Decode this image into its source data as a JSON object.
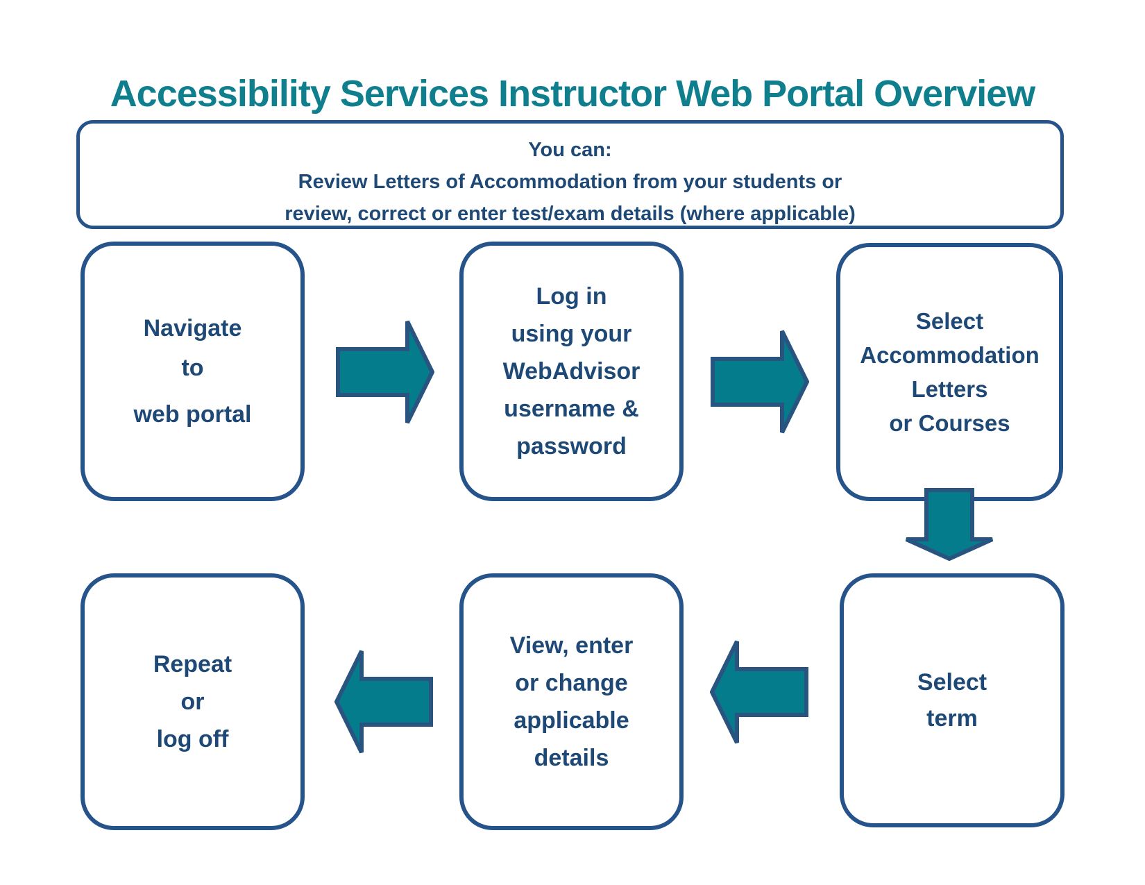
{
  "title": "Accessibility Services Instructor Web Portal Overview",
  "banner": {
    "lines": [
      "You can:",
      "Review Letters of Accommodation from your students or",
      "review, correct or enter test/exam details (where applicable)"
    ]
  },
  "steps": {
    "navigate": {
      "lines": [
        "Navigate",
        "to",
        "web portal"
      ]
    },
    "login": {
      "lines": [
        "Log in",
        "using your",
        "WebAdvisor",
        "username &",
        "password"
      ]
    },
    "select_letters": {
      "lines": [
        "Select",
        "Accommodation",
        "Letters",
        "or Courses"
      ]
    },
    "select_term": {
      "lines": [
        "Select",
        "term"
      ]
    },
    "view_details": {
      "lines": [
        "View, enter",
        "or change",
        "applicable",
        "details"
      ]
    },
    "repeat_logoff": {
      "lines": [
        "Repeat",
        "or",
        "log off"
      ]
    }
  },
  "arrows": [
    {
      "name": "block-arrow-right",
      "from": "navigate",
      "to": "login"
    },
    {
      "name": "block-arrow-right",
      "from": "login",
      "to": "select_letters"
    },
    {
      "name": "block-arrow-down",
      "from": "select_letters",
      "to": "select_term"
    },
    {
      "name": "block-arrow-left",
      "from": "select_term",
      "to": "view_details"
    },
    {
      "name": "block-arrow-left",
      "from": "view_details",
      "to": "repeat_logoff"
    }
  ],
  "colors": {
    "title_teal": "#0F7F8E",
    "text_navy": "#1E4976",
    "border_blue": "#25538A",
    "arrow_fill": "#047C8C",
    "arrow_border": "#2A5480",
    "background": "#FFFFFF"
  }
}
